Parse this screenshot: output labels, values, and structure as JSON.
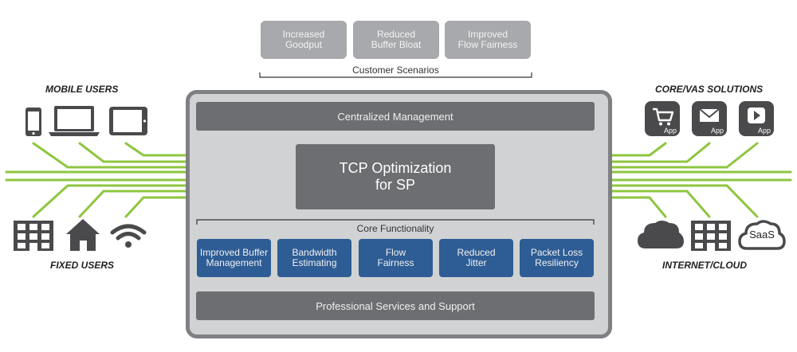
{
  "customer_scenarios": {
    "items": [
      "Increased\nGoodput",
      "Reduced\nBuffer Bloat",
      "Improved\nFlow Fairness"
    ],
    "label": "Customer Scenarios"
  },
  "central": {
    "management": "Centralized Management",
    "tcp": "TCP Optimization\nfor SP",
    "core_label": "Core Functionality",
    "core_items": [
      "Improved Buffer\nManagement",
      "Bandwidth\nEstimating",
      "Flow\nFairness",
      "Reduced\nJitter",
      "Packet Loss\nResiliency"
    ],
    "services": "Professional Services and Support"
  },
  "groups": {
    "mobile_users": "MOBILE USERS",
    "fixed_users": "FIXED USERS",
    "core_vas": "CORE/VAS SOLUTIONS",
    "internet_cloud": "INTERNET/CLOUD"
  },
  "apps": {
    "label": "App",
    "saas": "SaaS"
  },
  "icons": {
    "mobile": [
      "phone-icon",
      "laptop-icon",
      "tablet-icon"
    ],
    "fixed": [
      "building-icon",
      "house-icon",
      "wifi-icon"
    ],
    "core_vas": [
      "cart-app-icon",
      "mail-app-icon",
      "play-app-icon"
    ],
    "cloud": [
      "cloud-icon",
      "building-icon",
      "saas-cloud-icon"
    ]
  },
  "colors": {
    "line": "#8dc63f",
    "scenario": "#a7a9ac",
    "panel": "#d0d2d3",
    "panel_border": "#7e8083",
    "dark_bar": "#6d6e71",
    "core_blue": "#2e5d95",
    "icon": "#4a4a4c"
  }
}
